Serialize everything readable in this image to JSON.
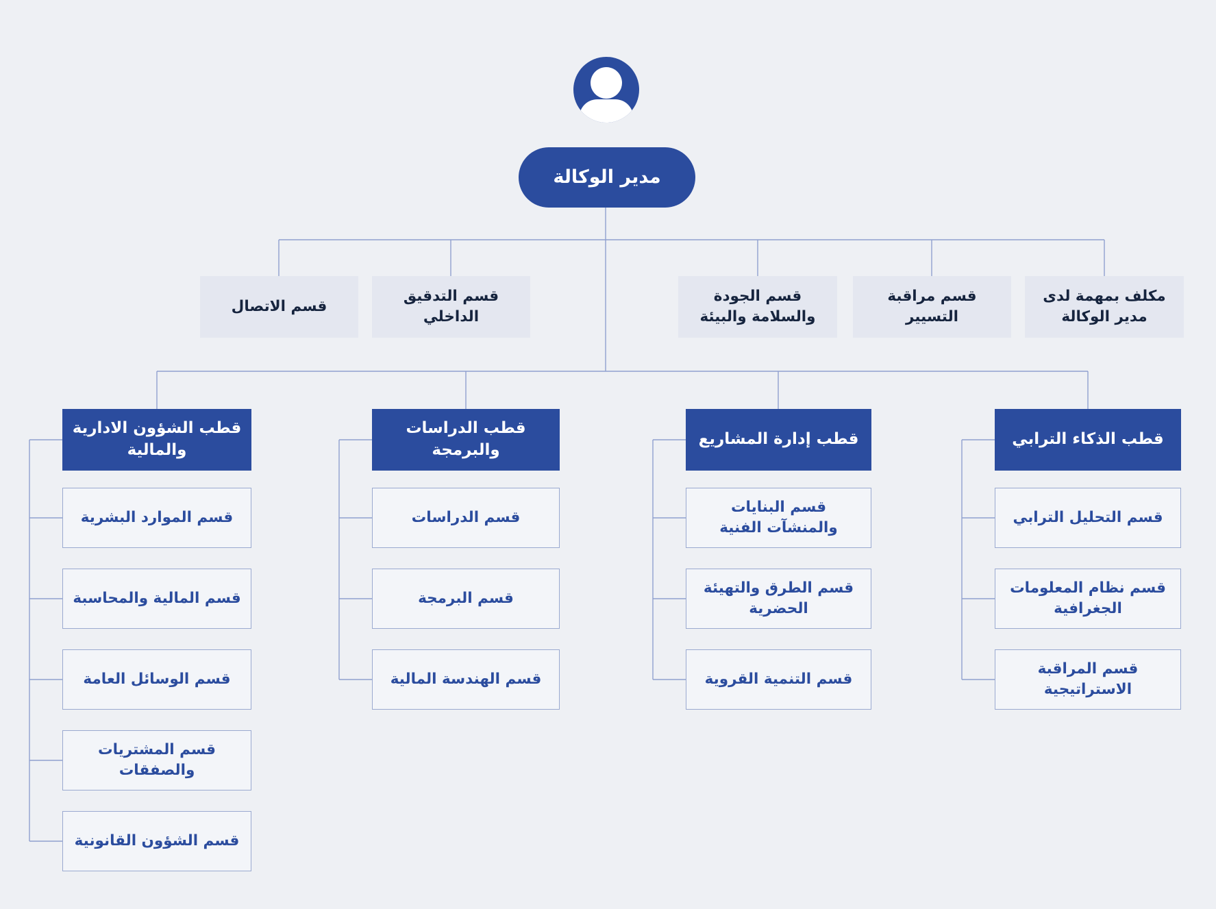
{
  "colors": {
    "background": "#eef0f4",
    "primary_blue": "#2b4c9e",
    "staff_box_bg": "#e4e7f0",
    "staff_text": "#16243e",
    "dept_box_bg": "#f3f5f9",
    "dept_box_border": "#9aa9d0",
    "dept_text": "#2b4c9e",
    "connector_line": "#8fa0cf",
    "avatar_icon_fill": "#ffffff"
  },
  "org_chart": {
    "root": {
      "label": "مدير الوكالة"
    },
    "staff_departments": [
      {
        "label": "مكلف بمهمة لدى مدير الوكالة"
      },
      {
        "label": "قسم مراقبة التسيير"
      },
      {
        "label": "قسم الجودة والسلامة والبيئة"
      },
      {
        "label": "قسم التدقيق الداخلي"
      },
      {
        "label": "قسم الاتصال"
      }
    ],
    "poles": [
      {
        "label": "قطب الذكاء الترابي",
        "departments": [
          "قسم التحليل الترابي",
          "قسم نظام المعلومات الجغرافية",
          "قسم المراقبة الاستراتيجية"
        ]
      },
      {
        "label": "قطب إدارة المشاريع",
        "departments": [
          "قسم البنايات والمنشآت الفنية",
          "قسم الطرق والتهيئة الحضرية",
          "قسم التنمية القروية"
        ]
      },
      {
        "label": "قطب الدراسات والبرمجة",
        "departments": [
          "قسم الدراسات",
          "قسم البرمجة",
          "قسم الهندسة المالية"
        ]
      },
      {
        "label": "قطب الشؤون الادارية والمالية",
        "departments": [
          "قسم الموارد البشرية",
          "قسم المالية والمحاسبة",
          "قسم الوسائل العامة",
          "قسم المشتريات والصفقات",
          "قسم الشؤون القانونية"
        ]
      }
    ]
  }
}
